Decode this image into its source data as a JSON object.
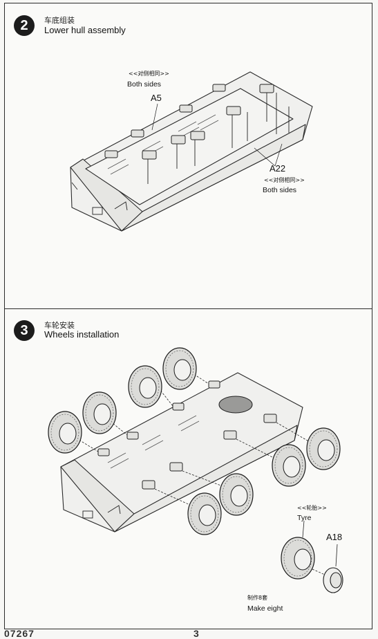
{
  "step2": {
    "number": "2",
    "title_zh": "车底组装",
    "title_en": "Lower hull assembly",
    "both_sides_zh_top": "<<对侧相同>>",
    "both_sides_en_top": "Both sides",
    "part_a5": "A5",
    "part_a22": "A22",
    "both_sides_zh_bottom": "<<对侧相同>>",
    "both_sides_en_bottom": "Both sides"
  },
  "step3": {
    "number": "3",
    "title_zh": "车轮安装",
    "title_en": "Wheels installation",
    "tyre_zh": "<<轮胎>>",
    "tyre_en": "Tyre",
    "part_a18": "A18",
    "make_eight_zh": "制作8套",
    "make_eight_en": "Make eight"
  },
  "footer": {
    "code": "07267",
    "page": "3"
  }
}
